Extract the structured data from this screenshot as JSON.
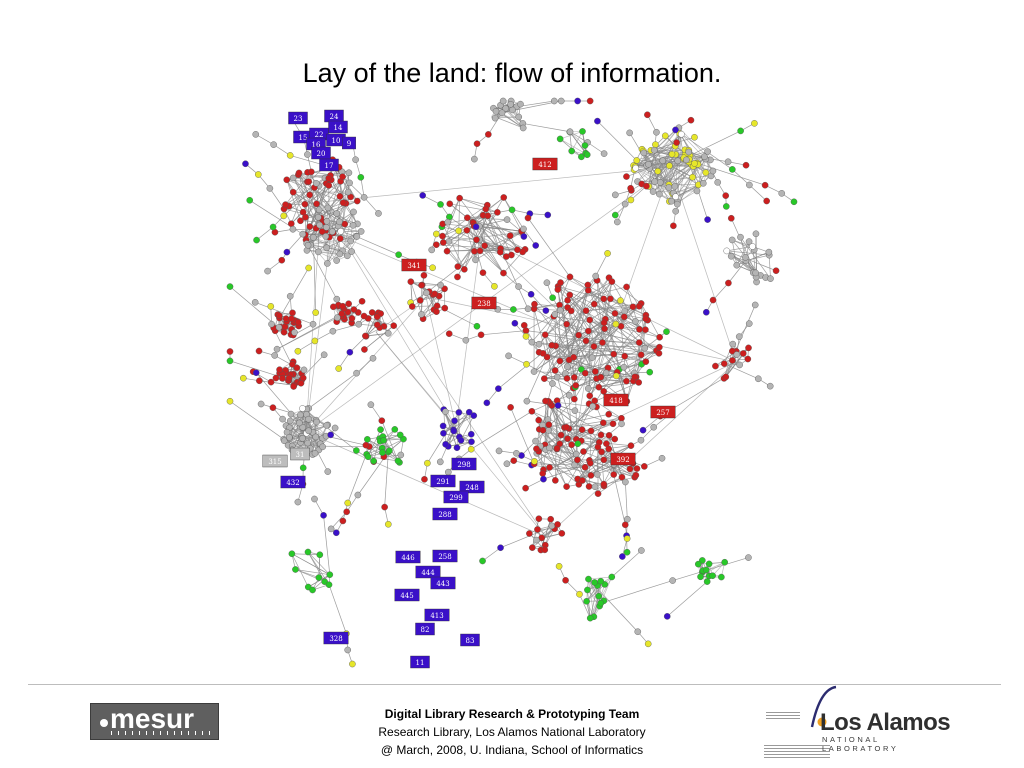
{
  "slide": {
    "title": "Lay of the land: flow of information."
  },
  "colors": {
    "red_node": "#cc1f1f",
    "blue_node": "#3a10c8",
    "green_node": "#28c828",
    "yellow_node": "#e6e62a",
    "gray_node": "#b4b4b4",
    "edge": "#8a8a8a"
  },
  "network": {
    "labeled_nodes": [
      {
        "label": "23",
        "color": "blue"
      },
      {
        "label": "24",
        "color": "blue"
      },
      {
        "label": "15",
        "color": "blue"
      },
      {
        "label": "22",
        "color": "blue"
      },
      {
        "label": "14",
        "color": "blue"
      },
      {
        "label": "16",
        "color": "blue"
      },
      {
        "label": "10",
        "color": "blue"
      },
      {
        "label": "9",
        "color": "blue"
      },
      {
        "label": "20",
        "color": "blue"
      },
      {
        "label": "17",
        "color": "blue"
      },
      {
        "label": "412",
        "color": "red"
      },
      {
        "label": "341",
        "color": "red"
      },
      {
        "label": "238",
        "color": "red"
      },
      {
        "label": "418",
        "color": "red"
      },
      {
        "label": "257",
        "color": "red"
      },
      {
        "label": "392",
        "color": "red"
      },
      {
        "label": "315",
        "color": "gray"
      },
      {
        "label": "31",
        "color": "gray"
      },
      {
        "label": "432",
        "color": "blue"
      },
      {
        "label": "298",
        "color": "blue"
      },
      {
        "label": "291",
        "color": "blue"
      },
      {
        "label": "248",
        "color": "blue"
      },
      {
        "label": "299",
        "color": "blue"
      },
      {
        "label": "288",
        "color": "blue"
      },
      {
        "label": "446",
        "color": "blue"
      },
      {
        "label": "258",
        "color": "blue"
      },
      {
        "label": "444",
        "color": "blue"
      },
      {
        "label": "443",
        "color": "blue"
      },
      {
        "label": "445",
        "color": "blue"
      },
      {
        "label": "413",
        "color": "blue"
      },
      {
        "label": "82",
        "color": "blue"
      },
      {
        "label": "83",
        "color": "blue"
      },
      {
        "label": "328",
        "color": "blue"
      },
      {
        "label": "11",
        "color": "blue"
      }
    ]
  },
  "footer": {
    "team": "Digital Library Research & Prototyping Team",
    "org": "Research Library, Los Alamos National Laboratory",
    "date_line": "@ March, 2008, U. Indiana, School of Informatics"
  },
  "logos": {
    "mesur": "mesur",
    "lanl_name": "Los Alamos",
    "lanl_sub": "NATIONAL LABORATORY"
  }
}
